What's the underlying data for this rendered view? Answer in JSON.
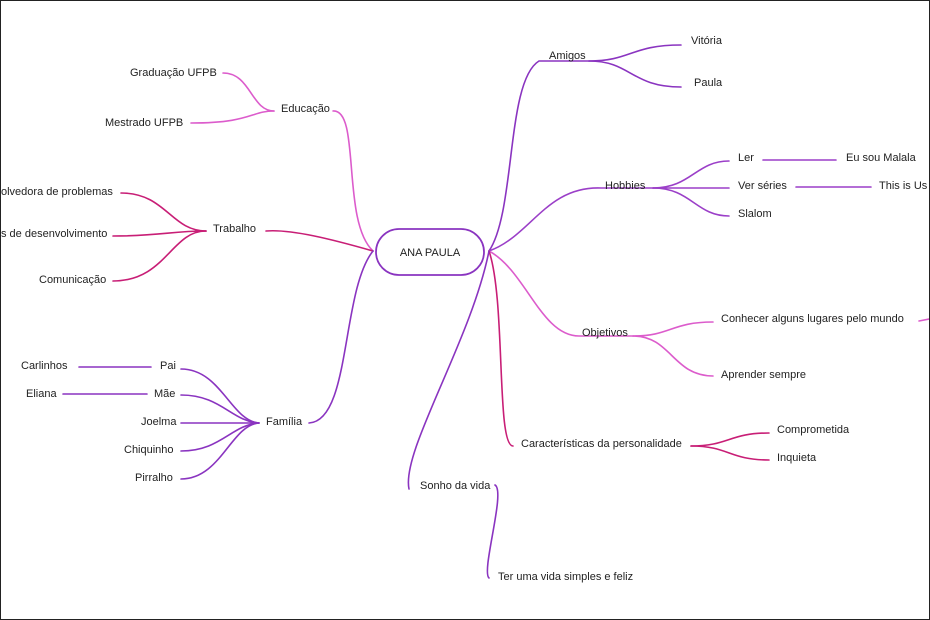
{
  "colors": {
    "purple": "#8a34c0",
    "violet": "#9b3fc8",
    "pink": "#cf3fb8",
    "lightpink": "#dc5ccc",
    "magenta": "#c81e76"
  },
  "central": "ANA PAULA",
  "nodes": {
    "amigos": "Amigos",
    "vitoria": "Vitória",
    "paula": "Paula",
    "hobbies": "Hobbies",
    "ler": "Ler",
    "eu_sou_malala": "Eu sou Malala",
    "ver_series": "Ver séries",
    "this_is_us": "This is Us",
    "slalom": "Slalom",
    "objetivos": "Objetivos",
    "conhecer": "Conhecer alguns lugares pelo mundo",
    "aprender": "Aprender sempre",
    "caracteristicas": "Características da personalidade",
    "comprometida": "Comprometida",
    "inquieta": "Inquieta",
    "sonho": "Sonho da vida",
    "vida_simples": "Ter uma vida simples e feliz",
    "educacao": "Educação",
    "graduacao": "Graduação UFPB",
    "mestrado": "Mestrado UFPB",
    "trabalho": "Trabalho",
    "solucionadora": "olvedora de problemas",
    "desenvolvimento": "s de desenvolvimento",
    "comunicacao": "Comunicação",
    "familia": "Família",
    "pai": "Pai",
    "carlinhos": "Carlinhos",
    "mae": "Mãe",
    "eliana": "Eliana",
    "joelma": "Joelma",
    "chiquinho": "Chiquinho",
    "pirralho": "Pirralho"
  }
}
